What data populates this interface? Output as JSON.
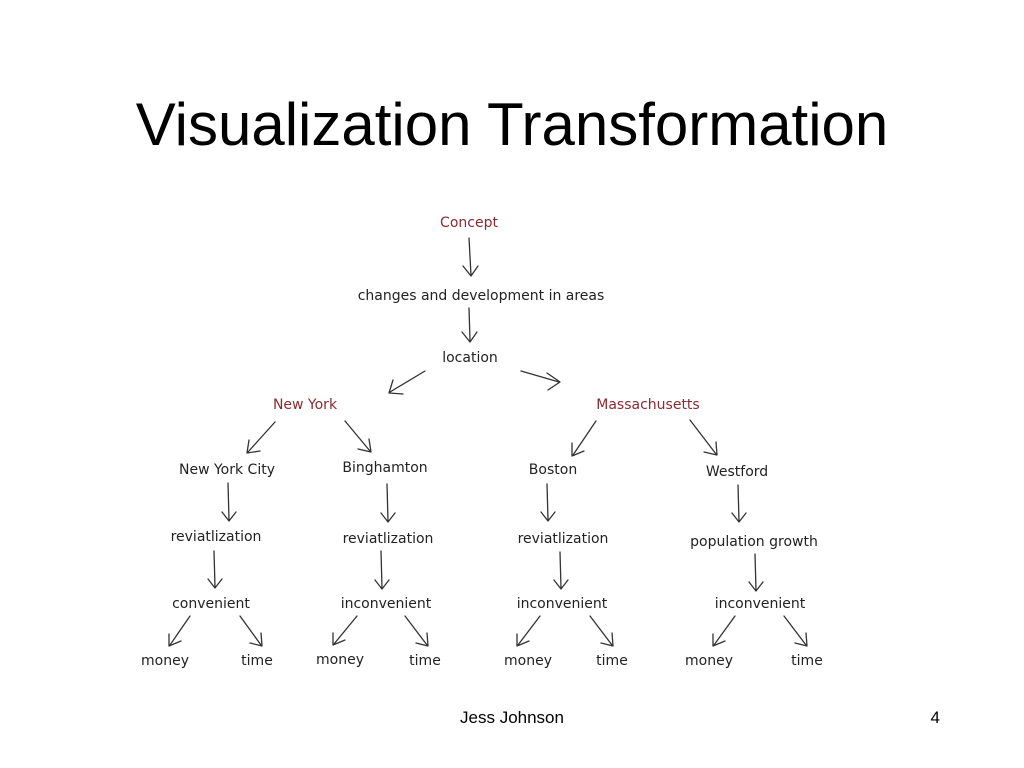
{
  "slide": {
    "title": "Visualization Transformation",
    "author": "Jess Johnson",
    "page_number": "4"
  },
  "colors": {
    "accent": "#8b2a2f",
    "text": "#222222",
    "arrow": "#333333"
  },
  "diagram": {
    "nodes": {
      "concept": "Concept",
      "changes": "changes and development in areas",
      "location": "location",
      "new_york": "New York",
      "massachusetts": "Massachusetts",
      "new_york_city": "New York City",
      "binghamton": "Binghamton",
      "boston": "Boston",
      "westford": "Westford",
      "nyc_attribute": "reviatlization",
      "binghamton_attribute": "reviatlization",
      "boston_attribute": "reviatlization",
      "westford_attribute": "population growth",
      "nyc_rating": "convenient",
      "binghamton_rating": "inconvenient",
      "boston_rating": "inconvenient",
      "westford_rating": "inconvenient",
      "nyc_money": "money",
      "nyc_time": "time",
      "binghamton_money": "money",
      "binghamton_time": "time",
      "boston_money": "money",
      "boston_time": "time",
      "westford_money": "money",
      "westford_time": "time"
    }
  }
}
